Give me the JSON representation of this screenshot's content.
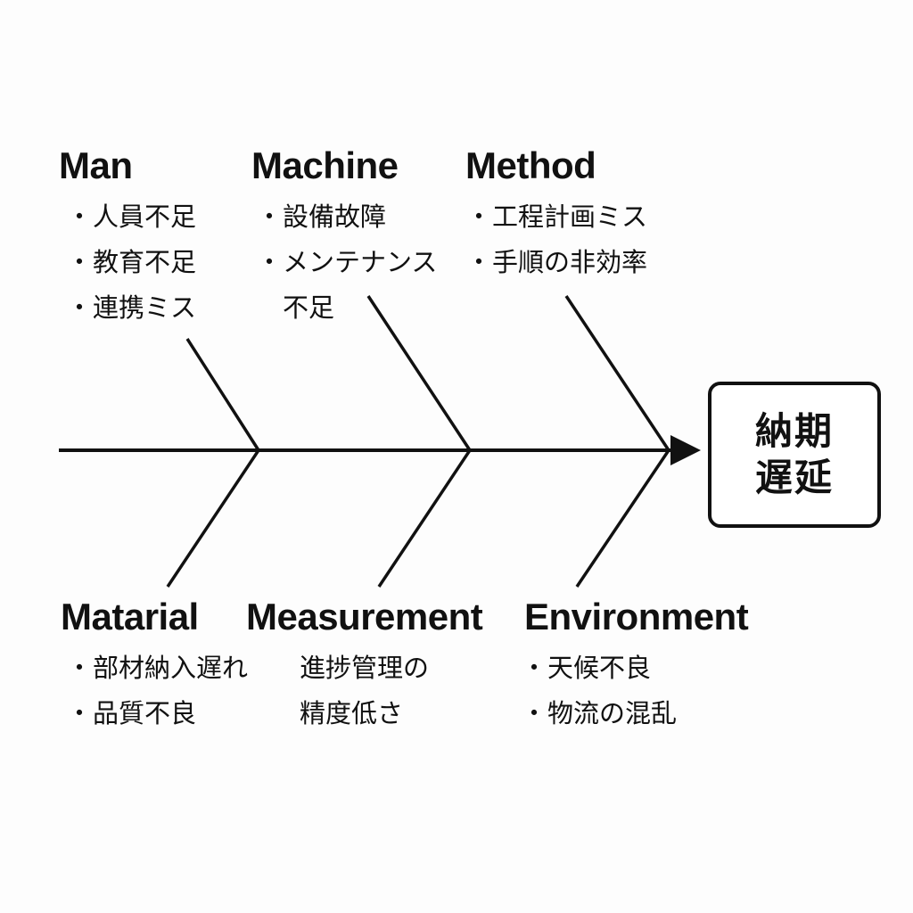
{
  "effect": {
    "line1": "納期",
    "line2": "遅延"
  },
  "bullet": "・",
  "categories": {
    "man": {
      "title": "Man",
      "causes": [
        "人員不足",
        "教育不足",
        "連携ミス"
      ]
    },
    "machine": {
      "title": "Machine",
      "causes": [
        "設備故障",
        "メンテナンス",
        "不足"
      ]
    },
    "method": {
      "title": "Method",
      "causes": [
        "工程計画ミス",
        "手順の非効率"
      ]
    },
    "material": {
      "title": "Matarial",
      "causes": [
        "部材納入遅れ",
        "品質不良"
      ]
    },
    "measurement": {
      "title": "Measurement",
      "causes": [
        "進捗管理の",
        "精度低さ"
      ]
    },
    "environment": {
      "title": "Environment",
      "causes": [
        "天候不良",
        "物流の混乱"
      ]
    }
  },
  "colors": {
    "line": "#111111",
    "background": "#fdfdfd"
  }
}
